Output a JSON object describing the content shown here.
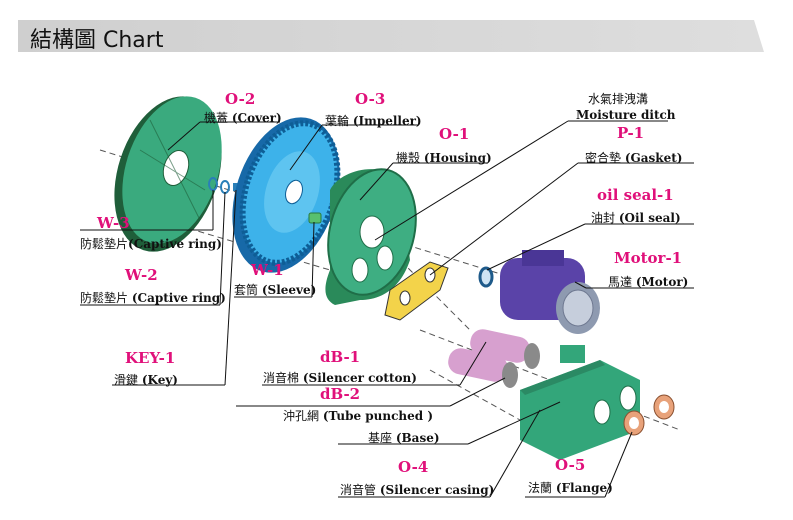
{
  "title": "結構圖 Chart",
  "colors": {
    "code": "#e0107a",
    "title_bar": "#d4d4d4",
    "green": "#33a67a",
    "blue": "#2fa6e0",
    "purple": "#6a4fb4",
    "pink": "#d8a2d0",
    "yellow": "#f3d34a",
    "orange": "#e79c6a"
  },
  "parts": {
    "o2": {
      "code": "O-2",
      "zh": "機蓋",
      "en": "(Cover)"
    },
    "o3": {
      "code": "O-3",
      "zh": "葉輪",
      "en": "(Impeller)"
    },
    "o1": {
      "code": "O-1",
      "zh": "機殼",
      "en": "(Housing)"
    },
    "ditch": {
      "zh": "水氣排洩溝",
      "en": "Moisture ditch"
    },
    "p1": {
      "code": "P-1",
      "zh": "密合墊",
      "en": "(Gasket)"
    },
    "oil": {
      "code": "oil seal-1",
      "zh": "油封",
      "en": "(Oil seal)"
    },
    "motor": {
      "code": "Motor-1",
      "zh": "馬達",
      "en": "(Motor)"
    },
    "w3": {
      "code": "W-3",
      "zh": "防鬆墊片",
      "en": "(Captive ring)"
    },
    "w2": {
      "code": "W-2",
      "zh": "防鬆墊片",
      "en": "(Captive ring)"
    },
    "w1": {
      "code": "W-1",
      "zh": "套筒",
      "en": "(Sleeve)"
    },
    "key1": {
      "code": "KEY-1",
      "zh": "滑鍵",
      "en": "(Key)"
    },
    "db1": {
      "code": "dB-1",
      "zh": "消音棉",
      "en": "(Silencer cotton)"
    },
    "db2": {
      "code": "dB-2",
      "zh": "沖孔網",
      "en": "(Tube punched )"
    },
    "base": {
      "zh": "基座",
      "en": "(Base)"
    },
    "o4": {
      "code": "O-4",
      "zh": "消音管",
      "en": "(Silencer casing)"
    },
    "o5": {
      "code": "O-5",
      "zh": "法蘭",
      "en": "(Flange)"
    }
  }
}
